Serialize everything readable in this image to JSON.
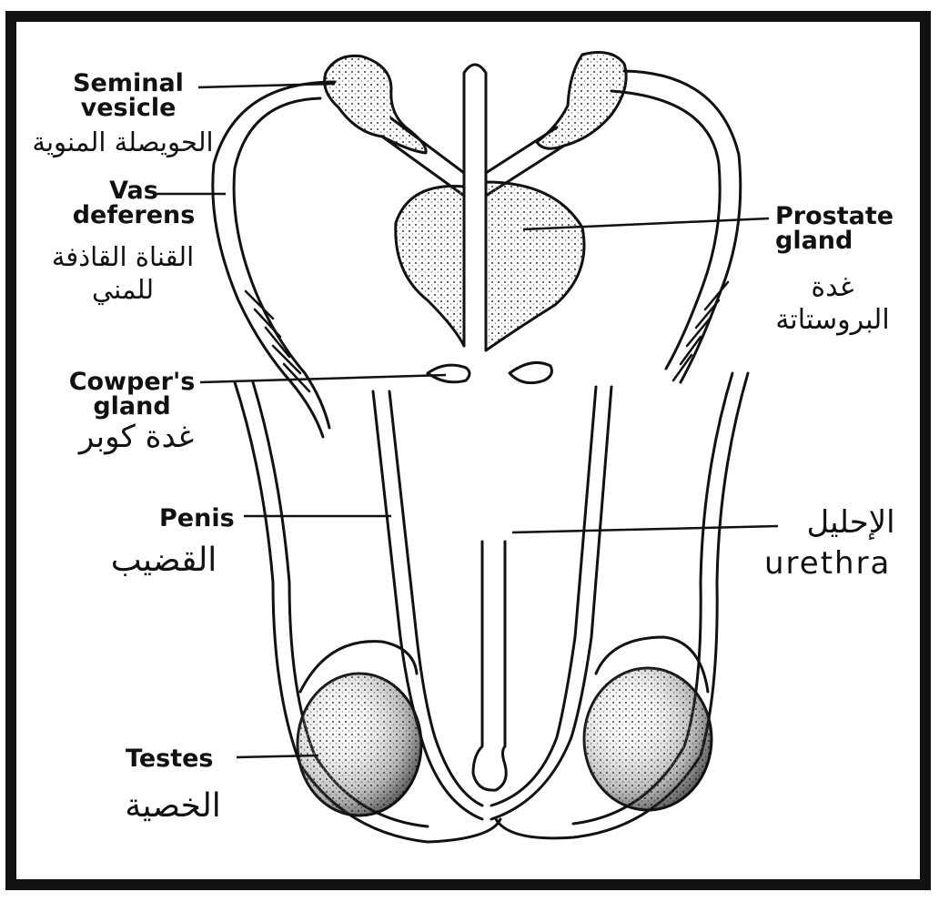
{
  "labels": {
    "seminal_vesicle": {
      "en": "Seminal\nvesicle",
      "ar": "الحويصلة المنوية"
    },
    "vas_deferens": {
      "en": "Vas\ndeferens",
      "ar": "القناة القاذفة\nللمني"
    },
    "cowpers_gland": {
      "en": "Cowper's\ngland",
      "ar": "غدة كوبر"
    },
    "penis": {
      "en": "Penis",
      "ar": "القضيب"
    },
    "testes": {
      "en": "Testes",
      "ar": "الخصية"
    },
    "prostate_gland": {
      "en": "Prostate\ngland",
      "ar": "غدة\nالبروستاتة"
    },
    "urethra": {
      "en": "urethra",
      "ar": "الإحليل"
    }
  },
  "colors": {
    "ink": "#111111",
    "paper": "#ffffff",
    "stipple": "#555555"
  }
}
